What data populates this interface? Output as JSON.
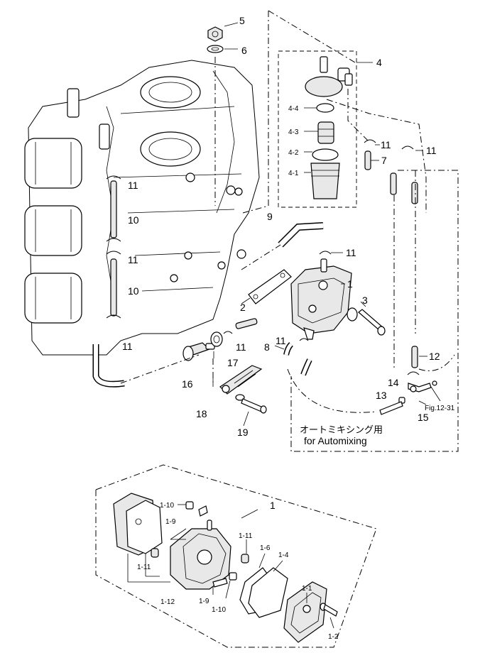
{
  "diagram": {
    "callouts": {
      "c5": "5",
      "c6": "6",
      "c4": "4",
      "c4_4": "4-4",
      "c4_3": "4-3",
      "c4_2": "4-2",
      "c4_1": "4-1",
      "c11_a": "11",
      "c11_b": "11",
      "c7": "7",
      "c11_c": "11",
      "c10_a": "10",
      "c11_d": "11",
      "c10_b": "10",
      "c11_e": "11",
      "c9": "9",
      "c11_f": "11",
      "c1": "1",
      "c3": "3",
      "c2": "2",
      "c11_g": "11",
      "c11_h": "11",
      "c8": "8",
      "c12": "12",
      "c14": "14",
      "c13": "13",
      "c15": "15",
      "c17": "17",
      "c16": "16",
      "c18": "18",
      "c19": "19"
    },
    "fig_ref": "Fig.12-31",
    "automixing_jp": "オートミキシング用",
    "automixing_en": "for Automixing",
    "detail": {
      "c1": "1",
      "c1_10a": "1-10",
      "c1_9a": "1-9",
      "c1_11a": "1-11",
      "c1_11b": "1-11",
      "c1_6": "1-6",
      "c1_4": "1-4",
      "c1_1": "1-1",
      "c1_12": "1-12",
      "c1_9b": "1-9",
      "c1_10b": "1-10",
      "c1_2": "1-2"
    }
  }
}
